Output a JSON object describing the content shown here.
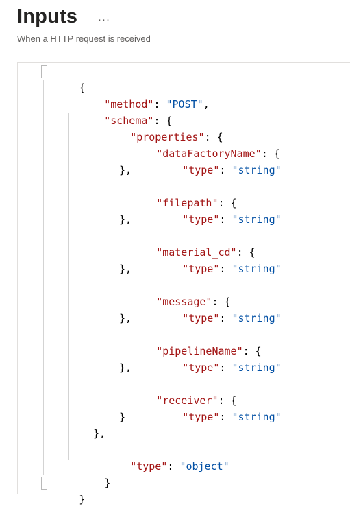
{
  "header": {
    "title": "Inputs",
    "more_icon": "ellipsis-icon",
    "more_label": "···",
    "subtitle": "When a HTTP request is received"
  },
  "code": {
    "open_brace": "{",
    "close_brace": "}",
    "method_key": "\"method\"",
    "method_value": "\"POST\"",
    "schema_key": "\"schema\"",
    "properties_key": "\"properties\"",
    "type_key": "\"type\"",
    "type_value": "\"object\"",
    "string_value": "\"string\"",
    "properties": [
      {
        "name": "\"dataFactoryName\""
      },
      {
        "name": "\"filepath\""
      },
      {
        "name": "\"material_cd\""
      },
      {
        "name": "\"message\""
      },
      {
        "name": "\"pipelineName\""
      },
      {
        "name": "\"receiver\""
      }
    ]
  }
}
